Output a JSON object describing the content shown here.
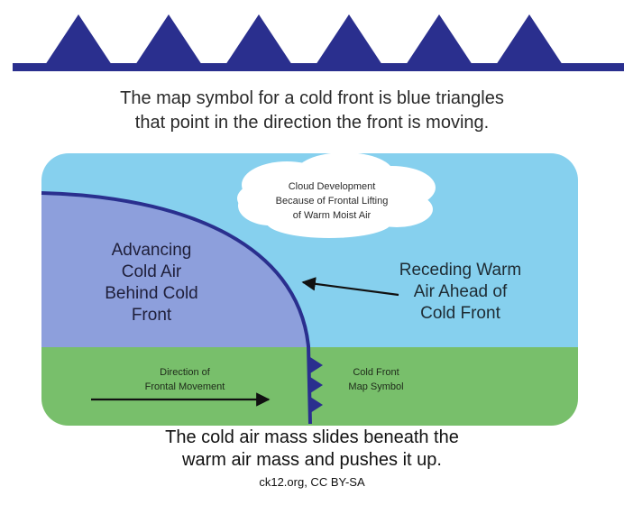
{
  "colors": {
    "front_blue": "#2a2f8e",
    "sky": "#86d0ee",
    "ground": "#78bf6b",
    "cold_air": "#8d9fdc",
    "cloud": "#ffffff"
  },
  "front_symbol": {
    "triangle_count": 6
  },
  "top_caption": {
    "line1": "The map symbol for a cold front is blue triangles",
    "line2": "that point in the direction the front is moving."
  },
  "cloud_label": {
    "line1": "Cloud Development",
    "line2": "Because of Frontal Lifting",
    "line3": "of Warm Moist Air"
  },
  "cold_air_label": {
    "line1": "Advancing",
    "line2": "Cold Air",
    "line3": "Behind Cold",
    "line4": "Front"
  },
  "warm_air_label": {
    "line1": "Receding Warm",
    "line2": "Air Ahead of",
    "line3": "Cold Front"
  },
  "movement_label": {
    "line1": "Direction of",
    "line2": "Frontal Movement"
  },
  "symbol_label": {
    "line1": "Cold Front",
    "line2": "Map Symbol"
  },
  "bottom_caption": {
    "line1": "The cold air mass slides beneath the",
    "line2": "warm air mass and pushes it up."
  },
  "credit": "ck12.org, CC BY-SA"
}
